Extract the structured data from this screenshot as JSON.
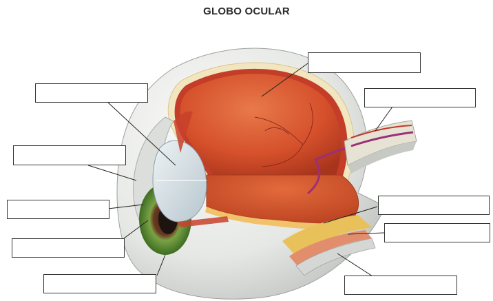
{
  "title": "GLOBO OCULAR",
  "colors": {
    "sclera": "#e4e6e3",
    "vitreous": "#d8532c",
    "retina_inner": "#e7a27b",
    "choroid": "#c9402c",
    "iris_green": "#5d8f33",
    "lens": "#cfdae0",
    "vessel_purple": "#9c2f78",
    "label_border": "#333333"
  },
  "labels": [
    {
      "id": "label-1",
      "text": ""
    },
    {
      "id": "label-2",
      "text": ""
    },
    {
      "id": "label-3",
      "text": ""
    },
    {
      "id": "label-4",
      "text": ""
    },
    {
      "id": "label-5",
      "text": ""
    },
    {
      "id": "label-6",
      "text": ""
    },
    {
      "id": "label-7",
      "text": ""
    },
    {
      "id": "label-8",
      "text": ""
    },
    {
      "id": "label-9",
      "text": ""
    },
    {
      "id": "label-10",
      "text": ""
    }
  ]
}
